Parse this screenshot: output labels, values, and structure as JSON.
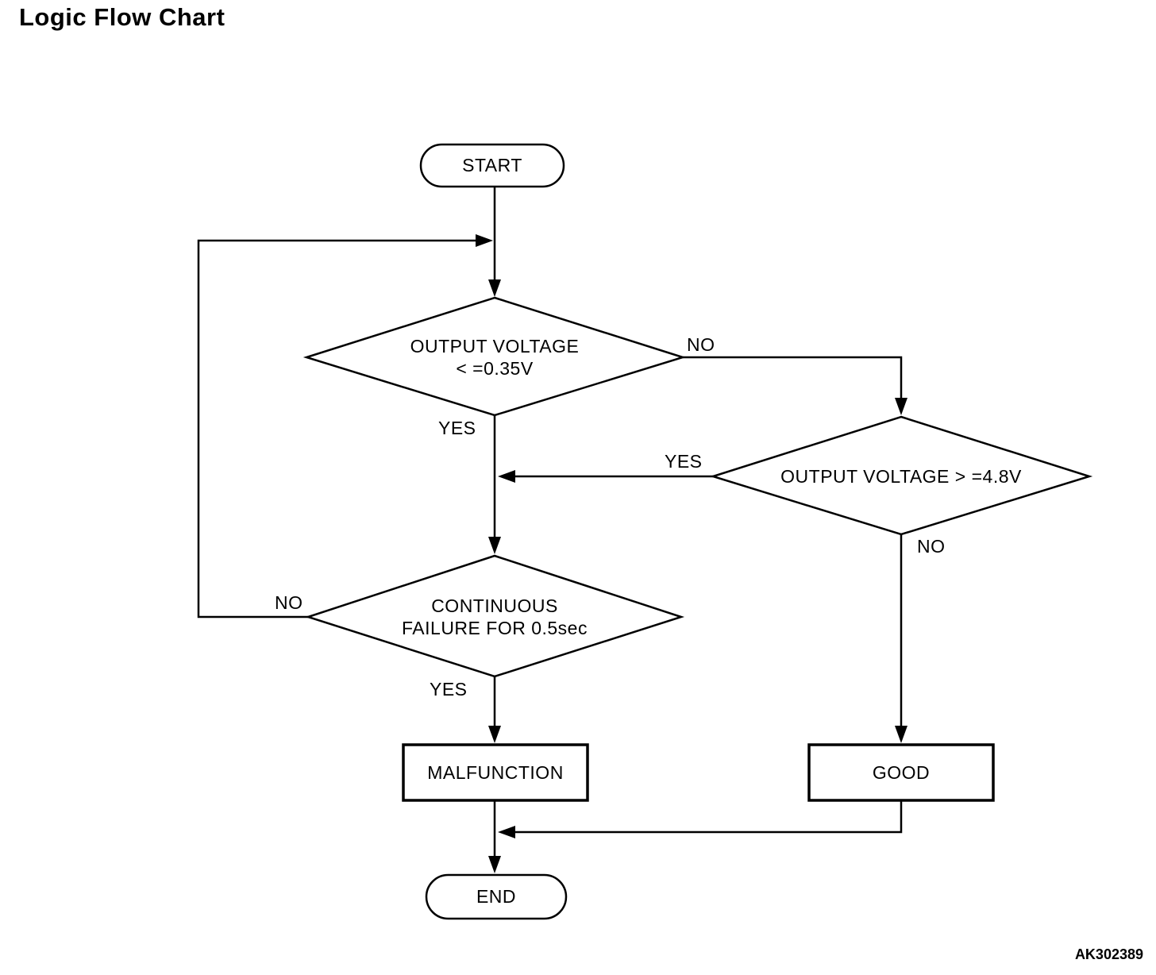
{
  "page": {
    "title": "Logic Flow Chart",
    "figure_code": "AK302389"
  },
  "flowchart": {
    "nodes": {
      "start": {
        "type": "terminator",
        "label": "START"
      },
      "decision_output_low": {
        "type": "decision",
        "line1": "OUTPUT VOLTAGE",
        "line2": "< =0.35V"
      },
      "decision_output_high": {
        "type": "decision",
        "line1": "OUTPUT VOLTAGE > =4.8V"
      },
      "decision_continuous": {
        "type": "decision",
        "line1": "CONTINUOUS",
        "line2": "FAILURE FOR 0.5sec"
      },
      "malfunction": {
        "type": "process",
        "label": "MALFUNCTION"
      },
      "good": {
        "type": "process",
        "label": "GOOD"
      },
      "end": {
        "type": "terminator",
        "label": "END"
      }
    },
    "edge_labels": {
      "d1_no": "NO",
      "d1_yes": "YES",
      "d2_yes": "YES",
      "d2_no": "NO",
      "d3_no": "NO",
      "d3_yes": "YES"
    },
    "colors": {
      "stroke": "#000000",
      "fill": "#ffffff"
    }
  }
}
